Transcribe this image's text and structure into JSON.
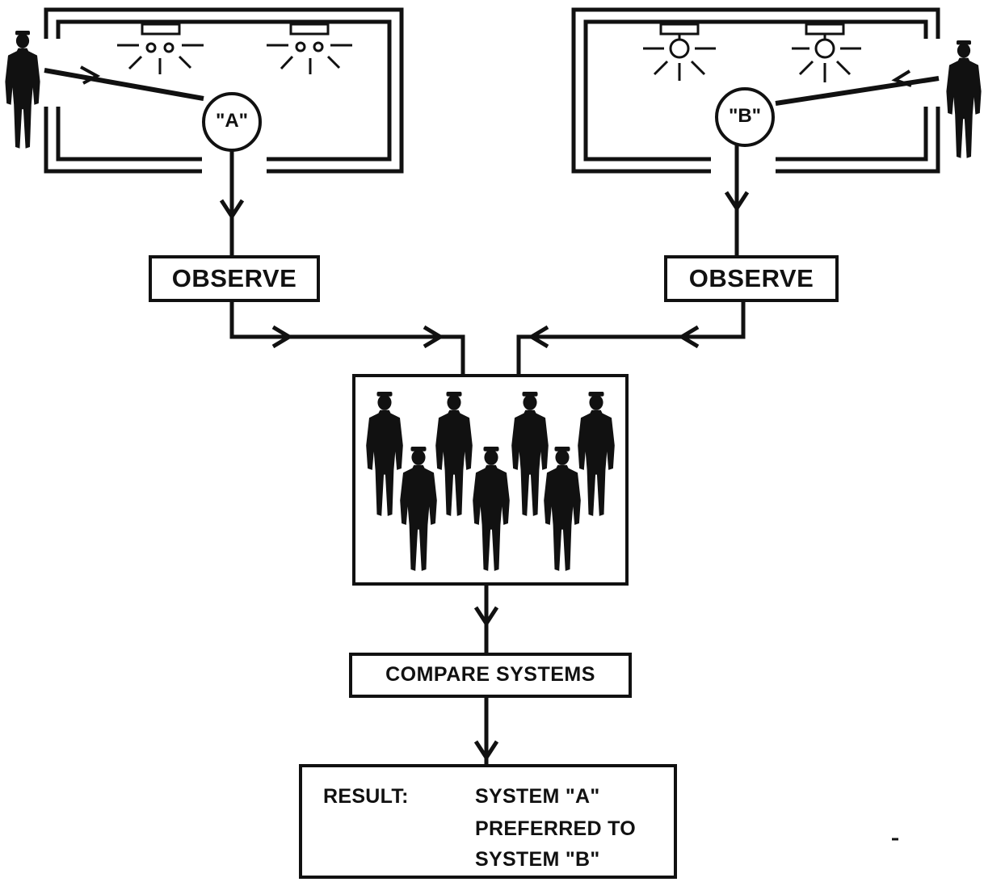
{
  "system_a": {
    "label": "\"A\""
  },
  "system_b": {
    "label": "\"B\""
  },
  "observe_left": {
    "label": "OBSERVE"
  },
  "observe_right": {
    "label": "OBSERVE"
  },
  "compare": {
    "label": "COMPARE SYSTEMS"
  },
  "result": {
    "heading": "RESULT:",
    "lines": [
      "SYSTEM \"A\"",
      "PREFERRED TO",
      "SYSTEM \"B\""
    ]
  },
  "colors": {
    "ink": "#111111",
    "paper": "#ffffff"
  },
  "icons": {
    "fixture_a": "fluorescent-light-icon",
    "fixture_b": "incandescent-bulb-icon",
    "observer": "person-silhouette-icon"
  }
}
